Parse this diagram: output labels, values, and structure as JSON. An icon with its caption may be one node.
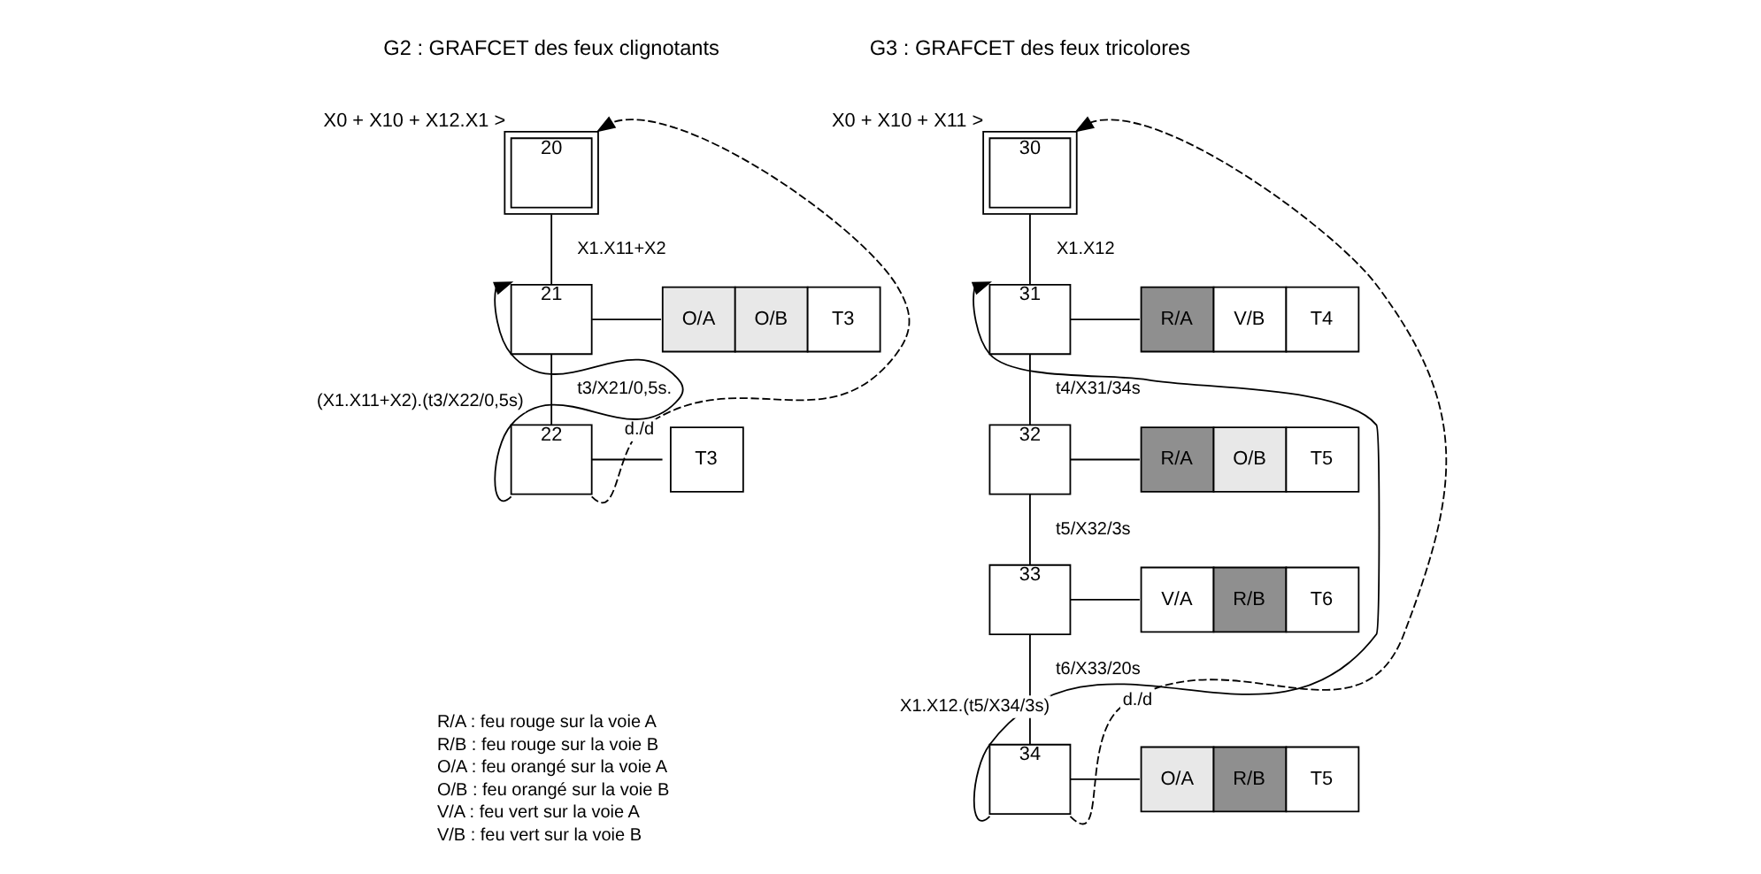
{
  "diagram": {
    "nodes": [
      {
        "text": [
          "20"
        ],
        "beside": [
          "X0 + X10 + X12.X1 >"
        ]
      },
      {
        "text": [
          "21"
        ]
      },
      {
        "text": [
          "O/A",
          "O/B",
          "T3"
        ]
      },
      {
        "text": [
          "22"
        ]
      },
      {
        "text": [
          "T3"
        ]
      },
      {
        "text": [
          "30"
        ],
        "beside": [
          "X0 + X10 + X11 >"
        ]
      },
      {
        "text": [
          "31"
        ]
      },
      {
        "text": [
          "R/A",
          "V/B",
          "T4"
        ]
      },
      {
        "text": [
          "32"
        ]
      },
      {
        "text": [
          "R/A",
          "O/B",
          "T5"
        ]
      },
      {
        "text": [
          "33"
        ]
      },
      {
        "text": [
          "V/A",
          "R/B",
          "T6"
        ]
      },
      {
        "text": [
          "34"
        ]
      },
      {
        "text": [
          "O/A",
          "R/B",
          "T5"
        ]
      }
    ],
    "edges": [
      {
        "from": 0,
        "to": 1,
        "arrow": "none",
        "label": "X1.X11+X2"
      },
      {
        "from": 1,
        "to": 2,
        "arrow": "none"
      },
      {
        "from": 1,
        "to": 3,
        "arrow": "none",
        "label": "t3/X21/0,5s."
      },
      {
        "from": 3,
        "to": 4,
        "arrow": "none"
      },
      {
        "from": 3,
        "to": 1,
        "arrow": "to",
        "label": "(X1.X11+X2).(t3/X22/0,5s)"
      },
      {
        "from": 3,
        "to": 0,
        "arrow": "to",
        "label": "d./d",
        "style": "dashed"
      },
      {
        "from": 5,
        "to": 6,
        "arrow": "none",
        "label": "X1.X12"
      },
      {
        "from": 6,
        "to": 7,
        "arrow": "none"
      },
      {
        "from": 6,
        "to": 8,
        "arrow": "none",
        "label": "t4/X31/34s"
      },
      {
        "from": 8,
        "to": 9,
        "arrow": "none"
      },
      {
        "from": 8,
        "to": 10,
        "arrow": "none",
        "label": "t5/X32/3s"
      },
      {
        "from": 10,
        "to": 11,
        "arrow": "none"
      },
      {
        "from": 10,
        "to": 12,
        "arrow": "none",
        "label": "t6/X33/20s"
      },
      {
        "from": 12,
        "to": 13,
        "arrow": "none"
      },
      {
        "from": 12,
        "to": 6,
        "arrow": "to",
        "label": "X1.X12.(t5/X34/3s)"
      },
      {
        "from": 12,
        "to": 5,
        "arrow": "to",
        "label": "d./d",
        "style": "dashed"
      }
    ],
    "labels": [
      "G2 : GRAFCET des feux clignotants",
      "G3 : GRAFCET des feux tricolores",
      "R/A : feu rouge sur la voie A",
      "R/B : feu rouge sur la voie B",
      "O/A : feu orangé sur la voie A",
      "O/B : feu orangé sur la voie B",
      "V/A : feu vert sur la voie A",
      "V/B : feu vert sur la voie B"
    ]
  }
}
